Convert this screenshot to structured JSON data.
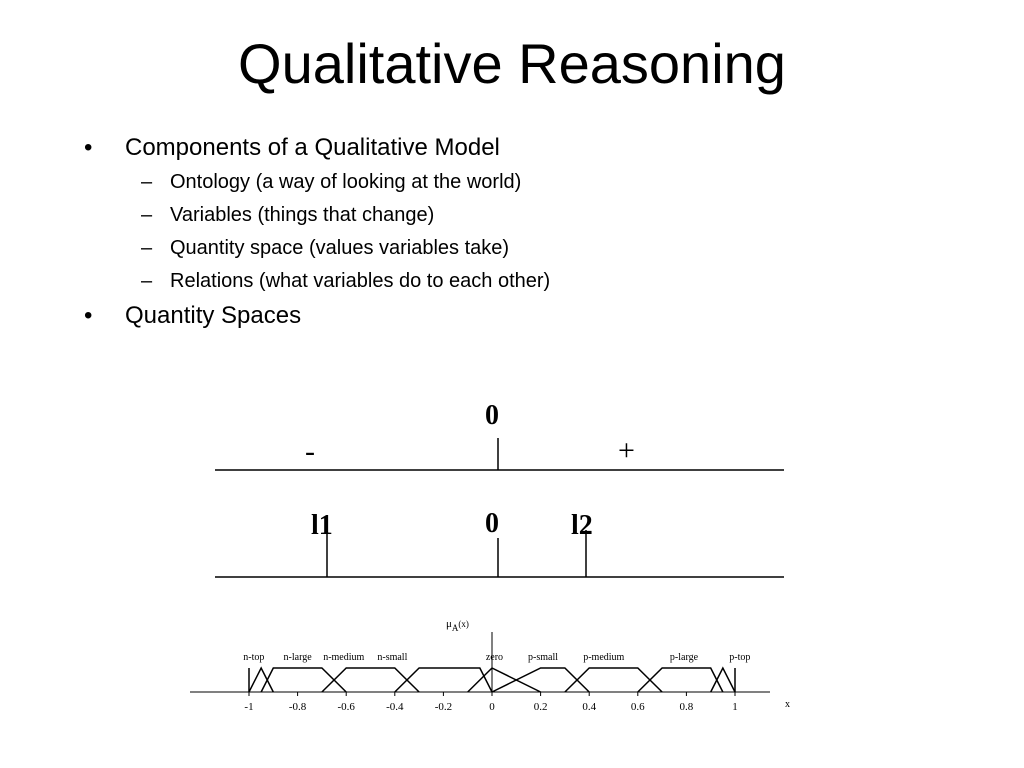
{
  "slide": {
    "title": "Qualitative Reasoning",
    "bullets": [
      {
        "marker": "•",
        "text": "Components of a Qualitative Model",
        "sub": [
          {
            "marker": "–",
            "text": "Ontology (a way of looking at the world)"
          },
          {
            "marker": "–",
            "text": "Variables (things that change)"
          },
          {
            "marker": "–",
            "text": "Quantity space (values variables take)"
          },
          {
            "marker": "–",
            "text": "Relations (what variables do to each other)"
          }
        ]
      },
      {
        "marker": "•",
        "text": "Quantity Spaces"
      }
    ]
  },
  "quantity_space_1": {
    "zero_label": "0",
    "negative_label": "-",
    "positive_label": "+"
  },
  "quantity_space_2": {
    "landmark_1": "l1",
    "zero_label": "0",
    "landmark_2": "l2"
  },
  "fuzzy_chart": {
    "y_label": "μ",
    "y_label_sub": "A",
    "y_label_arg": "(x)",
    "x_label": "x",
    "sets": [
      "n-top",
      "n-large",
      "n-medium",
      "n-small",
      "zero",
      "p-small",
      "p-medium",
      "p-large",
      "p-top"
    ],
    "x_ticks": [
      "-1",
      "-0.8",
      "-0.6",
      "-0.4",
      "-0.2",
      "0",
      "0.2",
      "0.4",
      "0.6",
      "0.8",
      "1"
    ]
  }
}
